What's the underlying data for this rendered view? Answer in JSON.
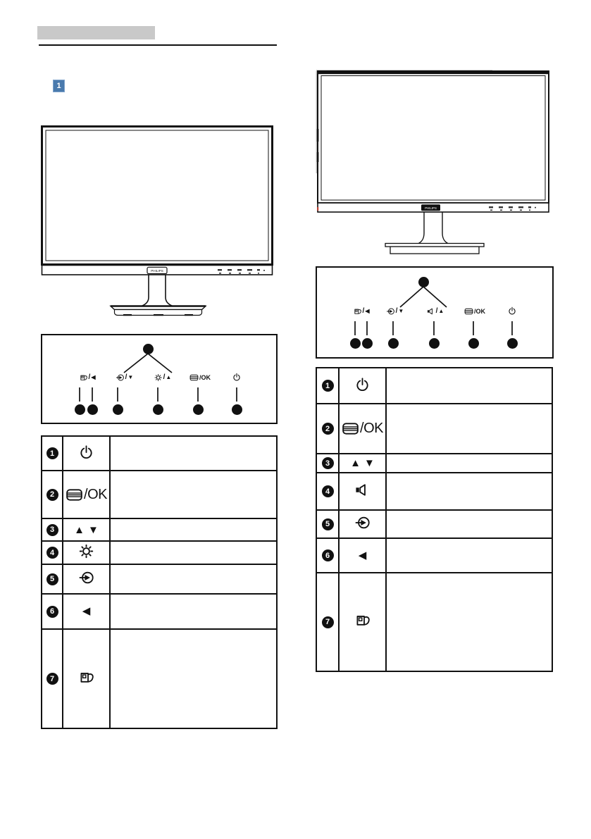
{
  "document": {
    "section_marker": "1",
    "header_title": ""
  },
  "brand": {
    "logo_text": "PHILIPS"
  },
  "glyphs": {
    "slash": "/",
    "ok_suffix": "/OK",
    "up": "▲",
    "down": "▼",
    "back": "◀"
  },
  "icons": {
    "power": "power-icon",
    "menu_ok": "menu-ok-icon",
    "up_down": "up-down-arrows-icon",
    "brightness": "brightness-icon",
    "volume": "volume-icon",
    "input": "input-source-icon",
    "back": "back-icon",
    "smartimage": "smartimage-icon"
  },
  "colors": {
    "accent_blue": "#4a7aad",
    "header_gray": "#c9c9c9",
    "ink": "#111111"
  },
  "left": {
    "table": {
      "rows": [
        {
          "num": "1",
          "icon": "power",
          "desc": ""
        },
        {
          "num": "2",
          "icon": "menu_ok",
          "desc": ""
        },
        {
          "num": "3",
          "icon": "up_down",
          "desc": ""
        },
        {
          "num": "4",
          "icon": "brightness",
          "desc": ""
        },
        {
          "num": "5",
          "icon": "input",
          "desc": ""
        },
        {
          "num": "6",
          "icon": "back",
          "desc": ""
        },
        {
          "num": "7",
          "icon": "smartimage",
          "desc": ""
        }
      ]
    }
  },
  "right": {
    "table": {
      "rows": [
        {
          "num": "1",
          "icon": "power",
          "desc": ""
        },
        {
          "num": "2",
          "icon": "menu_ok",
          "desc": ""
        },
        {
          "num": "3",
          "icon": "up_down",
          "desc": ""
        },
        {
          "num": "4",
          "icon": "volume",
          "desc": ""
        },
        {
          "num": "5",
          "icon": "input",
          "desc": ""
        },
        {
          "num": "6",
          "icon": "back",
          "desc": ""
        },
        {
          "num": "7",
          "icon": "smartimage",
          "desc": ""
        }
      ]
    }
  }
}
